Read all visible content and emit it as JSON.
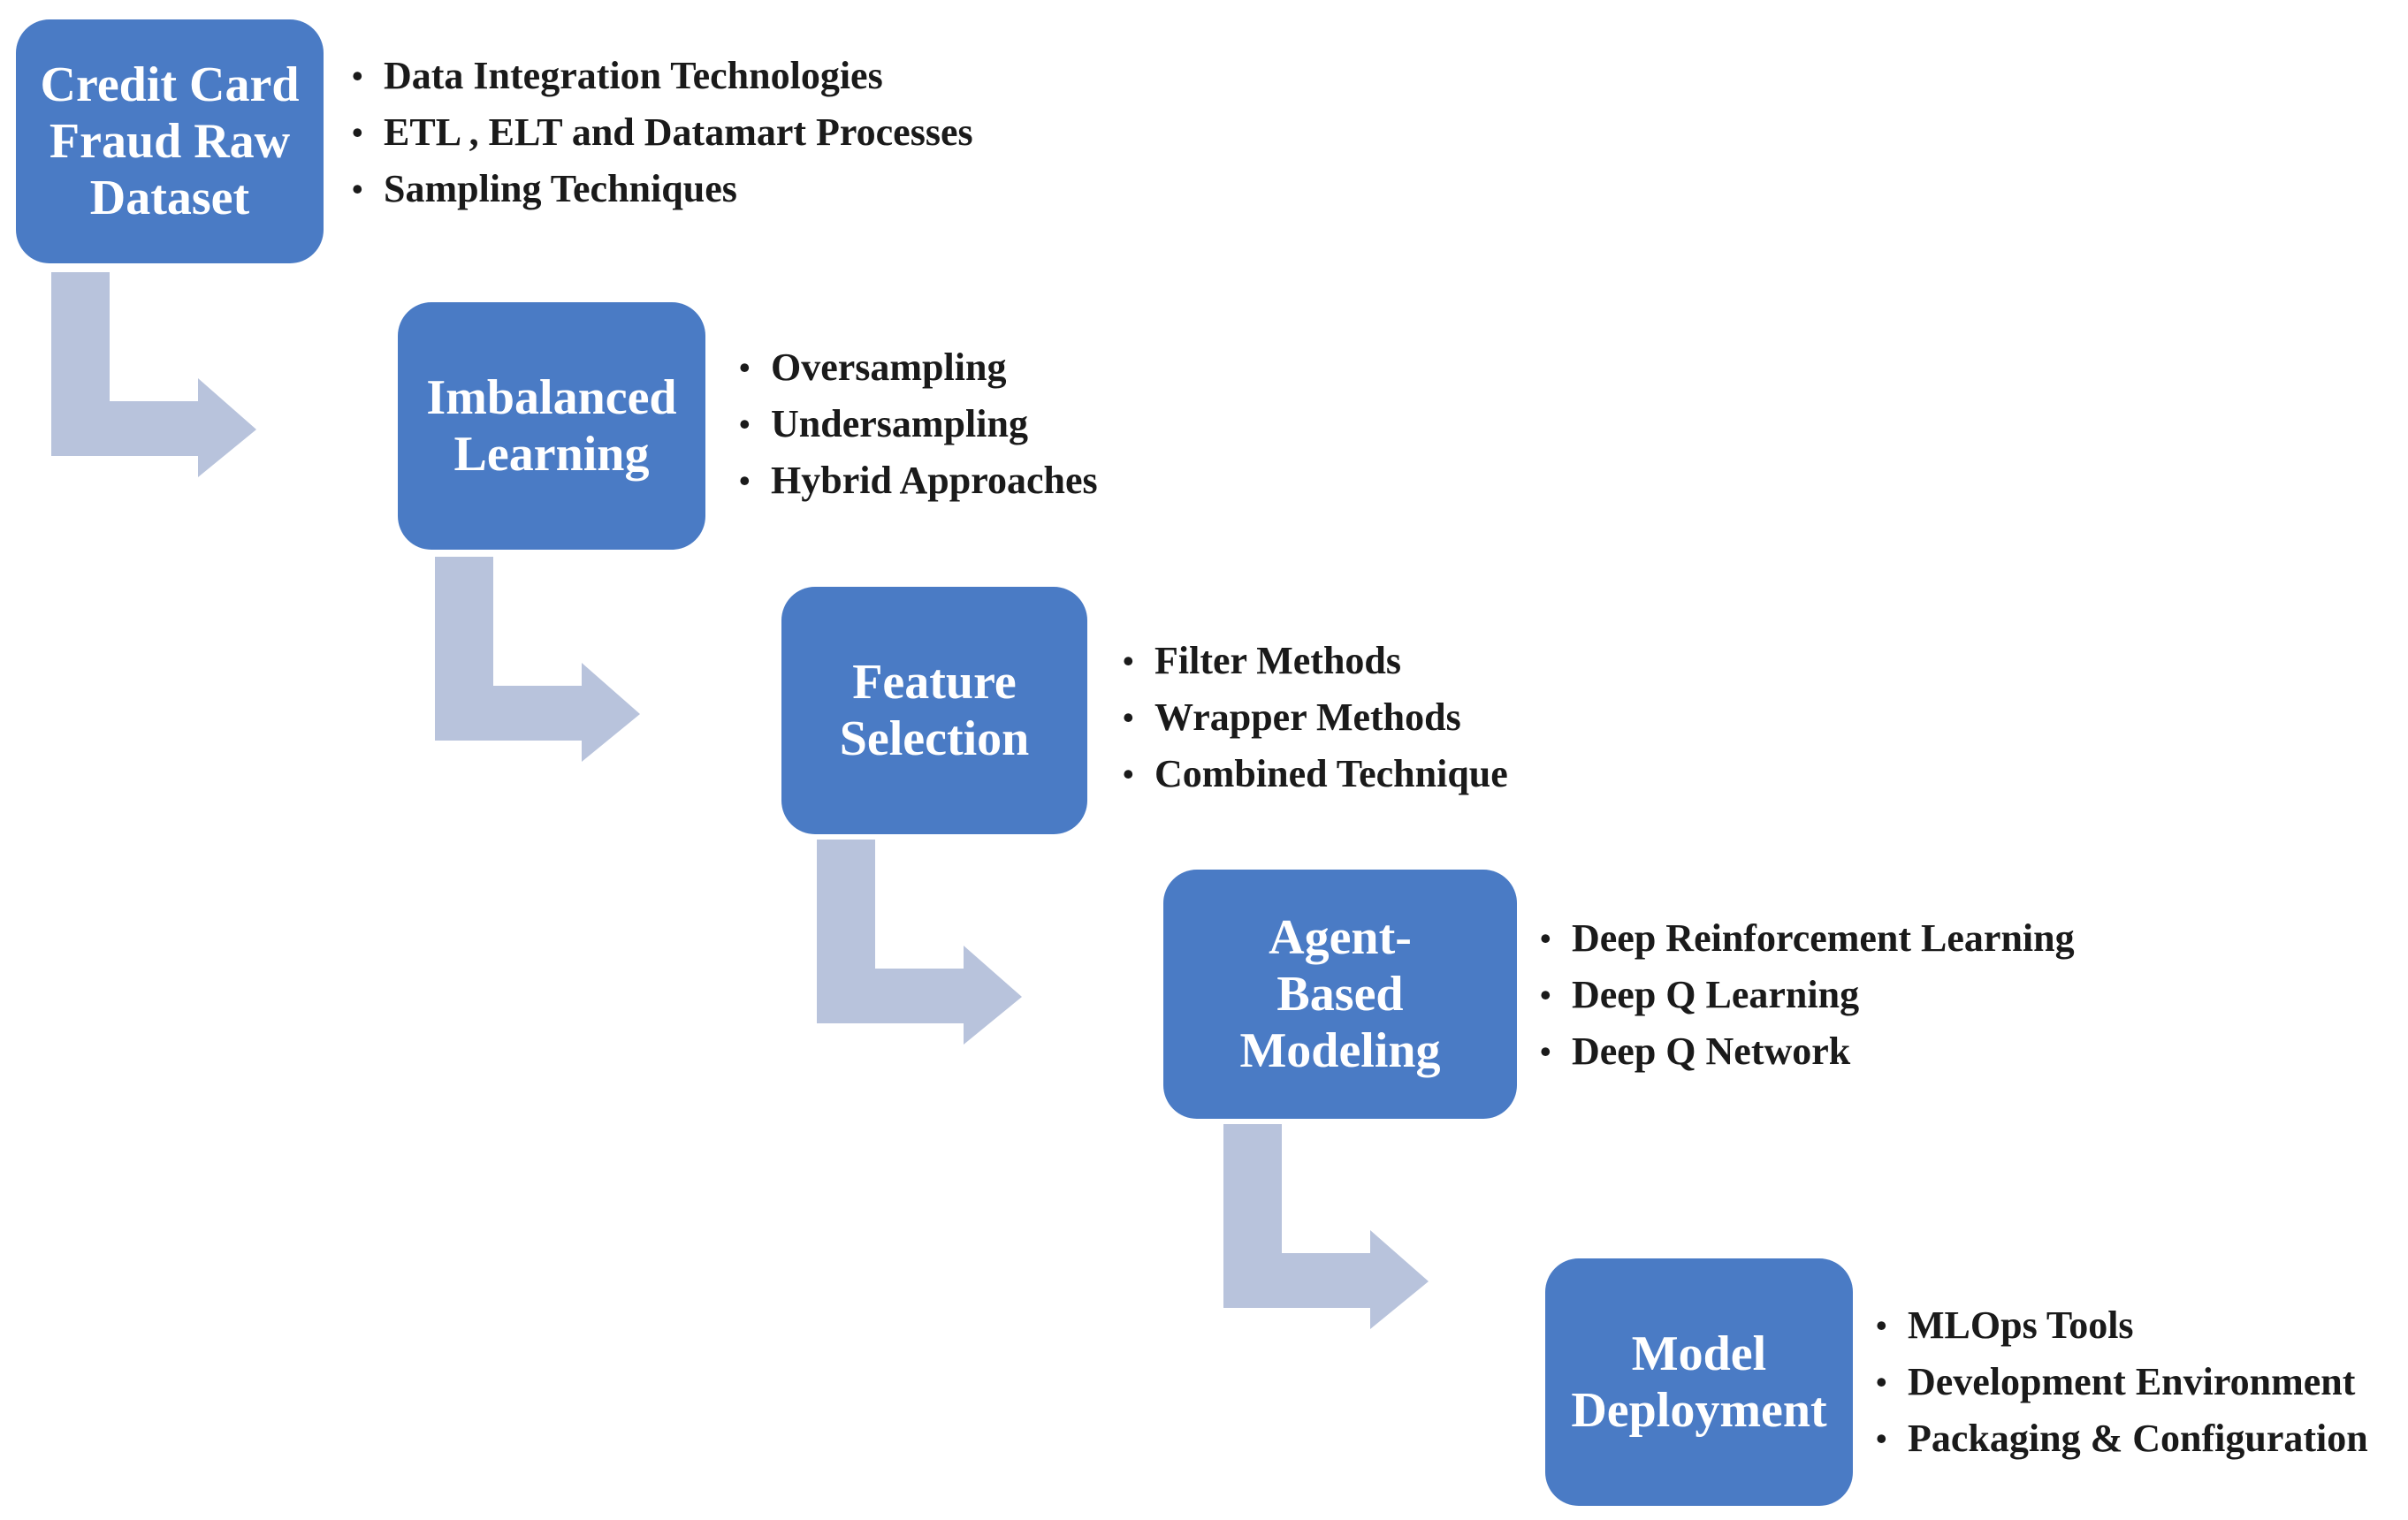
{
  "stages": [
    {
      "title_lines": [
        "Credit Card",
        "Fraud Raw",
        "Dataset"
      ],
      "items": [
        "Data Integration Technologies",
        "ETL , ELT and Datamart Processes",
        "Sampling Techniques"
      ]
    },
    {
      "title_lines": [
        "Imbalanced",
        "Learning"
      ],
      "items": [
        "Oversampling",
        "Undersampling",
        "Hybrid Approaches"
      ]
    },
    {
      "title_lines": [
        "Feature",
        "Selection"
      ],
      "items": [
        "Filter Methods",
        "Wrapper Methods",
        "Combined Technique"
      ]
    },
    {
      "title_lines": [
        "Agent-",
        "Based",
        "Modeling"
      ],
      "items": [
        "Deep Reinforcement Learning",
        "Deep Q Learning",
        "Deep Q Network"
      ]
    },
    {
      "title_lines": [
        "Model",
        "Deployment"
      ],
      "items": [
        "MLOps Tools",
        "Development Environment",
        "Packaging & Configuration"
      ]
    }
  ],
  "colors": {
    "box": "#4a7bc5",
    "arrow": "#b8c3dc",
    "text": "#1a1a1a"
  }
}
